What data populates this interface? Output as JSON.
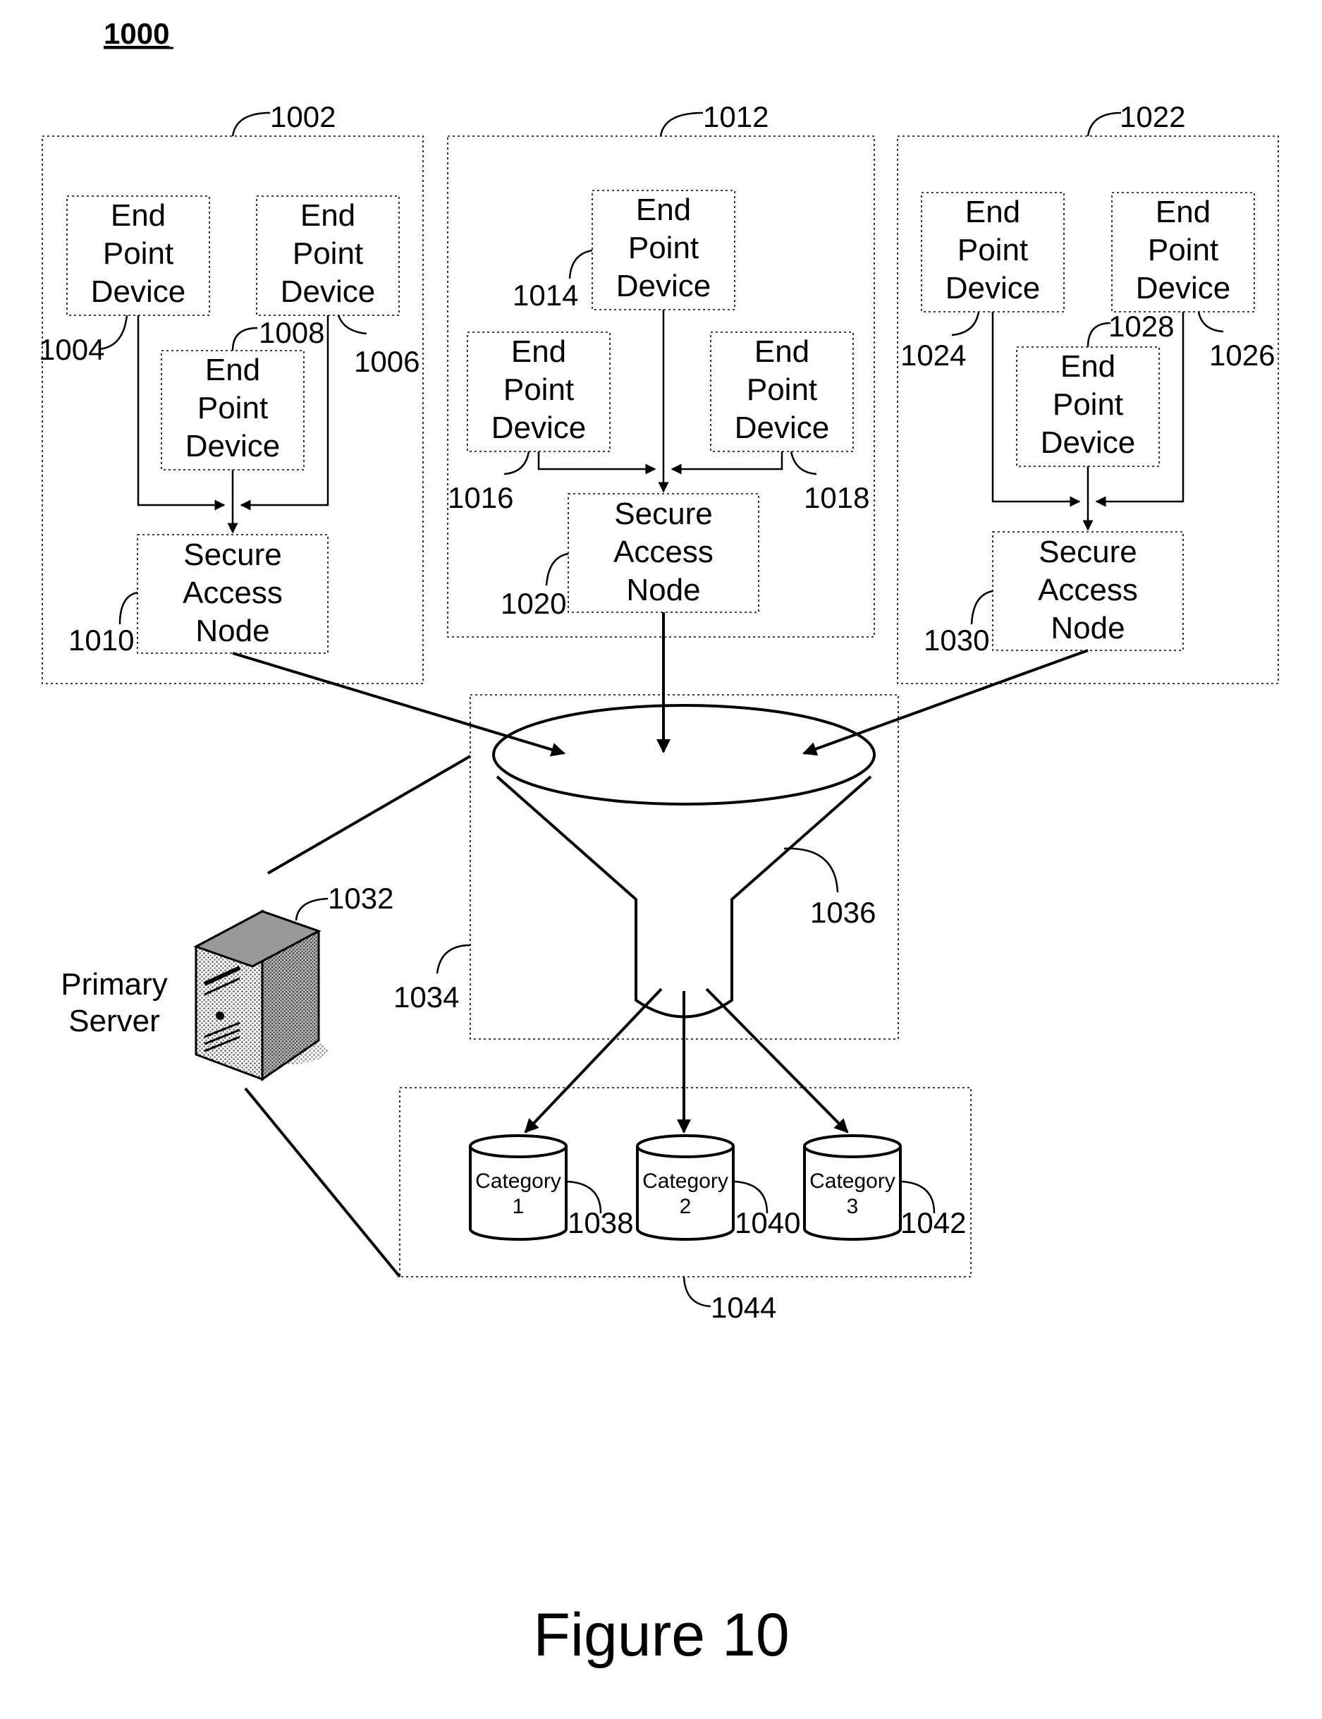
{
  "diagram_id": "1000",
  "figure_caption": "Figure 10",
  "end_point_label": [
    "End",
    "Point",
    "Device"
  ],
  "secure_node_label": [
    "Secure",
    "Access",
    "Node"
  ],
  "server": {
    "label": [
      "Primary",
      "Server"
    ],
    "ref": "1032"
  },
  "groups": [
    {
      "ref": "1002",
      "device_refs": [
        "1004",
        "1006",
        "1008"
      ],
      "node_ref": "1010"
    },
    {
      "ref": "1012",
      "device_refs": [
        "1014",
        "1016",
        "1018"
      ],
      "node_ref": "1020"
    },
    {
      "ref": "1022",
      "device_refs": [
        "1024",
        "1026",
        "1028"
      ],
      "node_ref": "1030"
    }
  ],
  "funnel": {
    "box_ref": "1034",
    "ref": "1036"
  },
  "categories": [
    {
      "label": [
        "Category",
        "1"
      ],
      "ref": "1038"
    },
    {
      "label": [
        "Category",
        "2"
      ],
      "ref": "1040"
    },
    {
      "label": [
        "Category",
        "3"
      ],
      "ref": "1042"
    }
  ],
  "category_box_ref": "1044"
}
